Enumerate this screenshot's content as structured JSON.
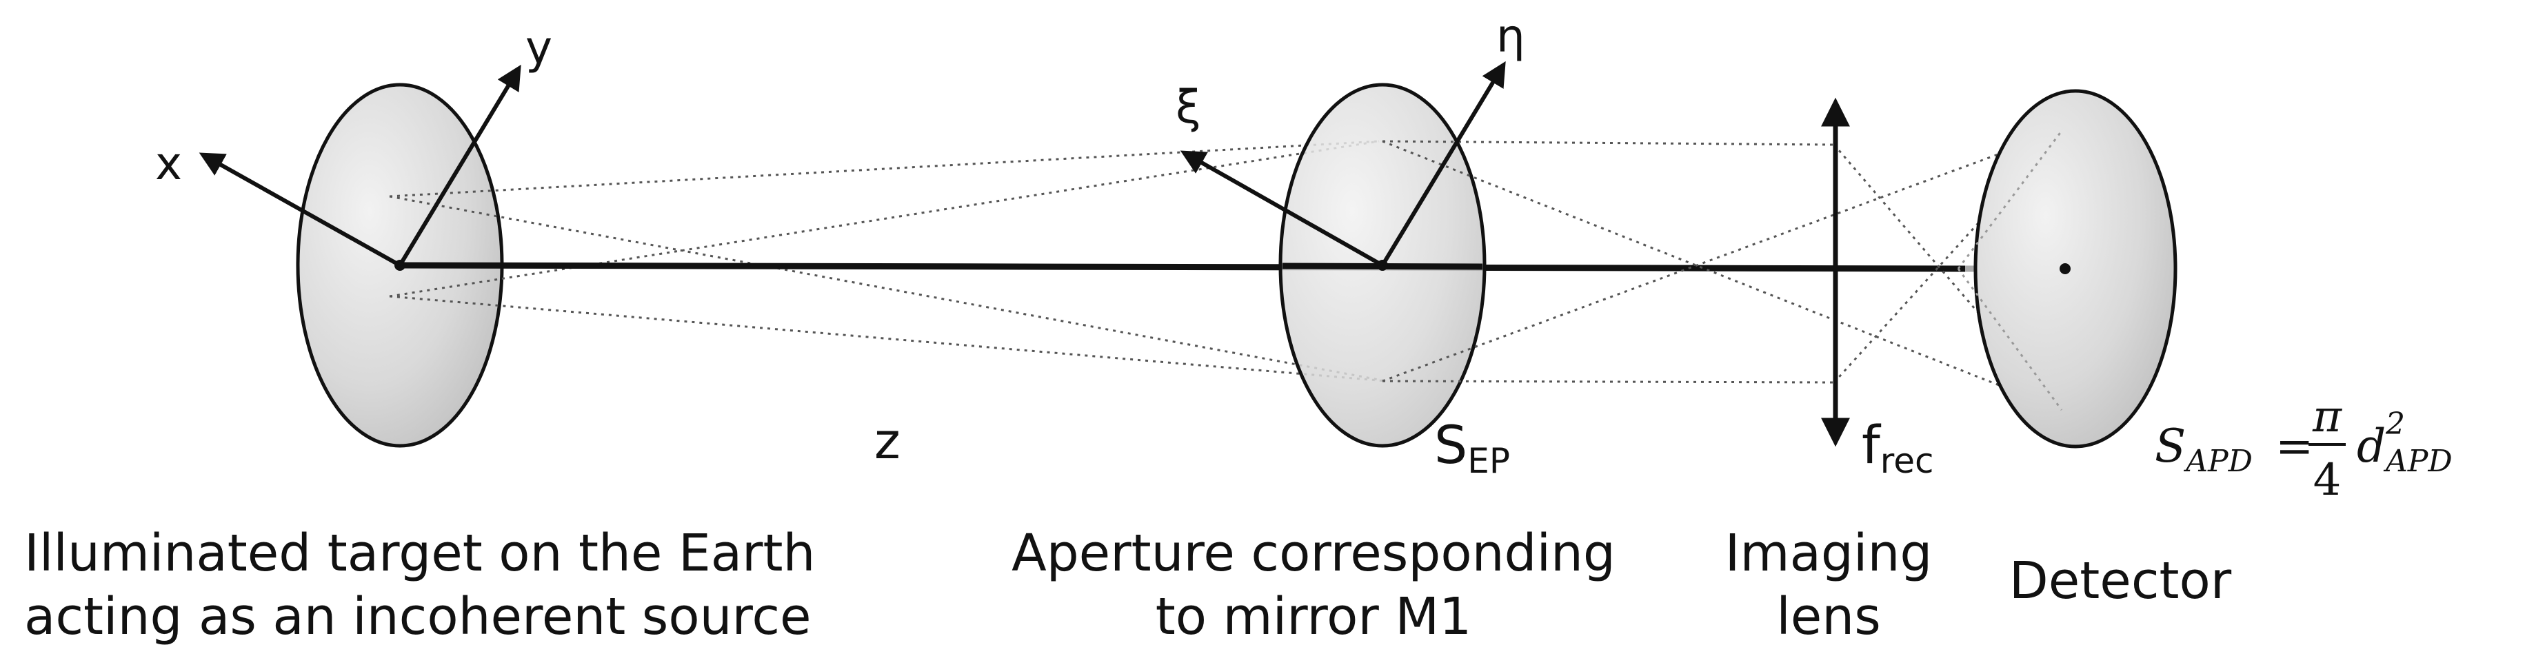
{
  "axes": {
    "target_x": "x",
    "target_y": "y",
    "aperture_xi": "ξ",
    "aperture_eta": "η"
  },
  "distance_label": "z",
  "aperture_area": {
    "main": "S",
    "sub": "EP"
  },
  "focal_length": {
    "main": "f",
    "sub": "rec"
  },
  "detector_area_formula": {
    "lhs_main": "S",
    "lhs_sub": "APD",
    "equals": "=",
    "numerator": "π",
    "denominator": "4",
    "var_main": "d",
    "var_sup": "2",
    "var_sub": "APD"
  },
  "captions": {
    "target_line1": "Illuminated target on the Earth",
    "target_line2": "acting as an incoherent source",
    "aperture_line1": "Aperture corresponding",
    "aperture_line2": "to mirror M1",
    "lens_line1": "Imaging",
    "lens_line2": "lens",
    "detector": "Detector"
  }
}
